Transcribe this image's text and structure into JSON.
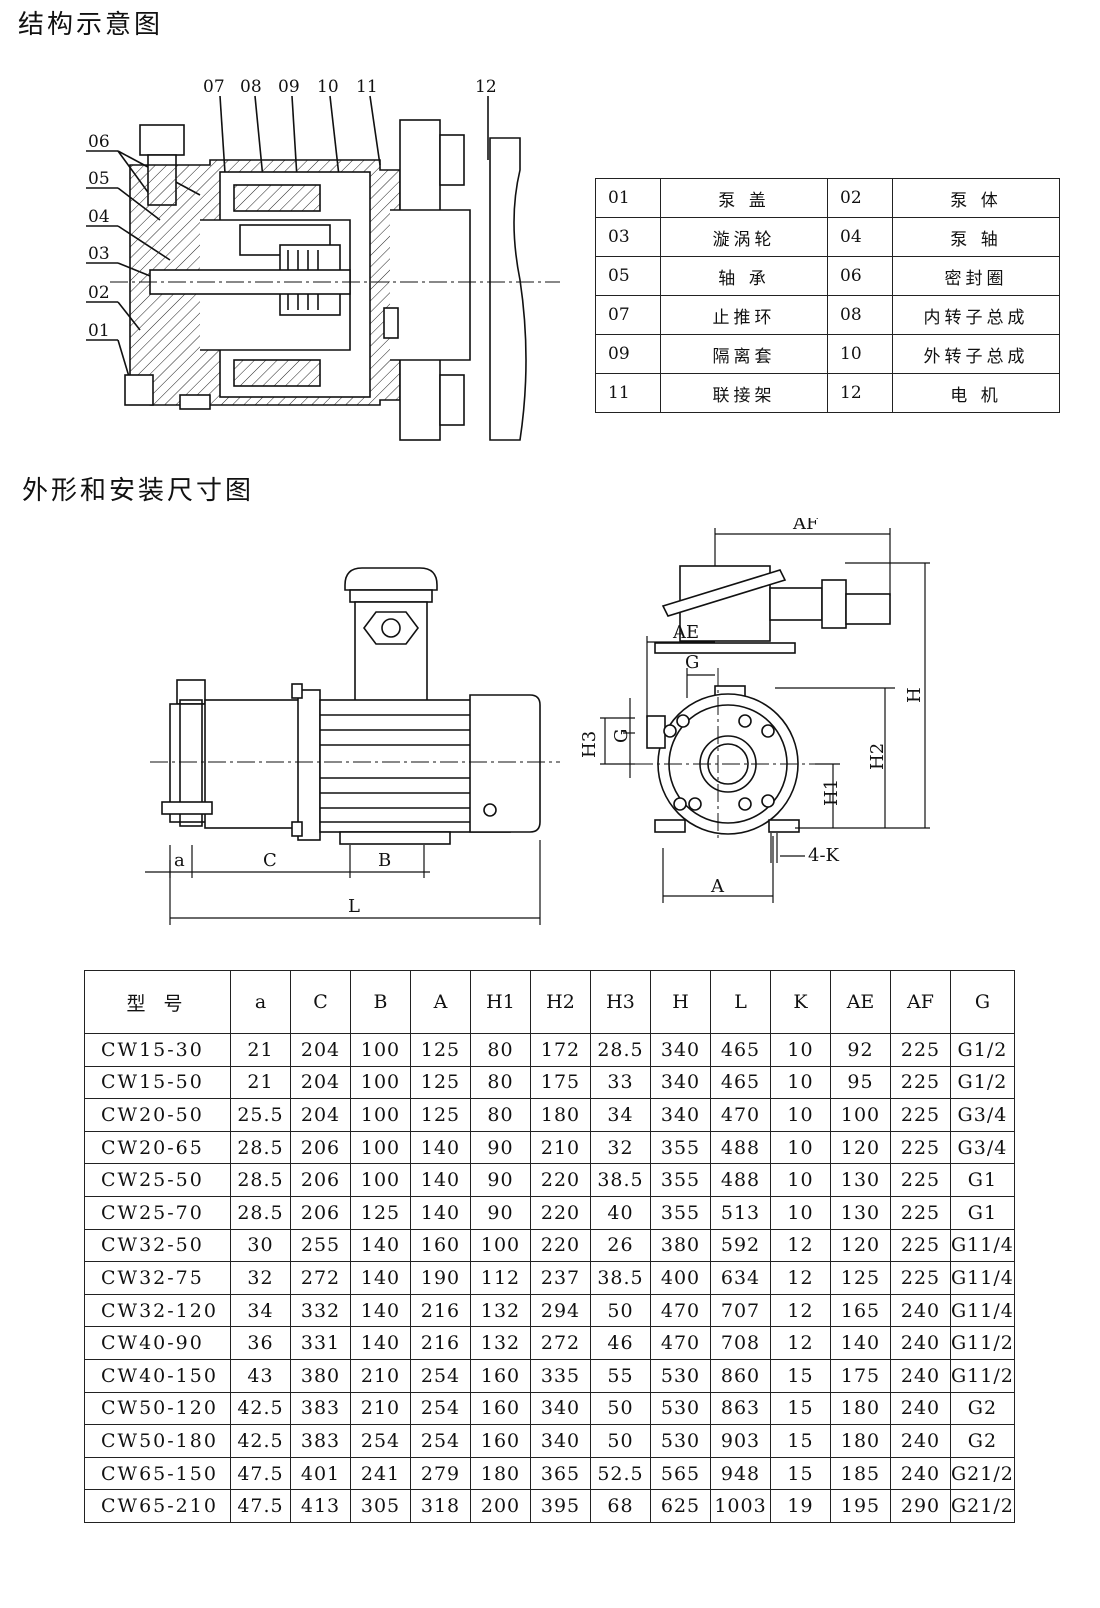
{
  "headings": {
    "structure": "结构示意图",
    "outline": "外形和安装尺寸图"
  },
  "section_callouts": [
    "01",
    "02",
    "03",
    "04",
    "05",
    "06",
    "07",
    "08",
    "09",
    "10",
    "11",
    "12"
  ],
  "parts_table": [
    [
      {
        "code": "01",
        "name": "泵 盖"
      },
      {
        "code": "02",
        "name": "泵 体"
      }
    ],
    [
      {
        "code": "03",
        "name": "漩涡轮"
      },
      {
        "code": "04",
        "name": "泵 轴"
      }
    ],
    [
      {
        "code": "05",
        "name": "轴 承"
      },
      {
        "code": "06",
        "name": "密封圈"
      }
    ],
    [
      {
        "code": "07",
        "name": "止推环"
      },
      {
        "code": "08",
        "name": "内转子总成"
      }
    ],
    [
      {
        "code": "09",
        "name": "隔离套"
      },
      {
        "code": "10",
        "name": "外转子总成"
      }
    ],
    [
      {
        "code": "11",
        "name": "联接架"
      },
      {
        "code": "12",
        "name": "电 机"
      }
    ]
  ],
  "dimension_labels": {
    "a": "a",
    "C": "C",
    "B": "B",
    "L": "L",
    "AF": "AF",
    "AE": "AE",
    "G": "G",
    "H": "H",
    "H1": "H1",
    "H2": "H2",
    "H3": "H3",
    "A": "A",
    "K": "4-K"
  },
  "dim_table": {
    "headers": [
      "型 号",
      "a",
      "C",
      "B",
      "A",
      "H1",
      "H2",
      "H3",
      "H",
      "L",
      "K",
      "AE",
      "AF",
      "G"
    ],
    "rows": [
      [
        "CW15-30",
        "21",
        "204",
        "100",
        "125",
        "80",
        "172",
        "28.5",
        "340",
        "465",
        "10",
        "92",
        "225",
        "G1/2"
      ],
      [
        "CW15-50",
        "21",
        "204",
        "100",
        "125",
        "80",
        "175",
        "33",
        "340",
        "465",
        "10",
        "95",
        "225",
        "G1/2"
      ],
      [
        "CW20-50",
        "25.5",
        "204",
        "100",
        "125",
        "80",
        "180",
        "34",
        "340",
        "470",
        "10",
        "100",
        "225",
        "G3/4"
      ],
      [
        "CW20-65",
        "28.5",
        "206",
        "100",
        "140",
        "90",
        "210",
        "32",
        "355",
        "488",
        "10",
        "120",
        "225",
        "G3/4"
      ],
      [
        "CW25-50",
        "28.5",
        "206",
        "100",
        "140",
        "90",
        "220",
        "38.5",
        "355",
        "488",
        "10",
        "130",
        "225",
        "G1"
      ],
      [
        "CW25-70",
        "28.5",
        "206",
        "125",
        "140",
        "90",
        "220",
        "40",
        "355",
        "513",
        "10",
        "130",
        "225",
        "G1"
      ],
      [
        "CW32-50",
        "30",
        "255",
        "140",
        "160",
        "100",
        "220",
        "26",
        "380",
        "592",
        "12",
        "120",
        "225",
        "G11/4"
      ],
      [
        "CW32-75",
        "32",
        "272",
        "140",
        "190",
        "112",
        "237",
        "38.5",
        "400",
        "634",
        "12",
        "125",
        "225",
        "G11/4"
      ],
      [
        "CW32-120",
        "34",
        "332",
        "140",
        "216",
        "132",
        "294",
        "50",
        "470",
        "707",
        "12",
        "165",
        "240",
        "G11/4"
      ],
      [
        "CW40-90",
        "36",
        "331",
        "140",
        "216",
        "132",
        "272",
        "46",
        "470",
        "708",
        "12",
        "140",
        "240",
        "G11/2"
      ],
      [
        "CW40-150",
        "43",
        "380",
        "210",
        "254",
        "160",
        "335",
        "55",
        "530",
        "860",
        "15",
        "175",
        "240",
        "G11/2"
      ],
      [
        "CW50-120",
        "42.5",
        "383",
        "210",
        "254",
        "160",
        "340",
        "50",
        "530",
        "863",
        "15",
        "180",
        "240",
        "G2"
      ],
      [
        "CW50-180",
        "42.5",
        "383",
        "254",
        "254",
        "160",
        "340",
        "50",
        "530",
        "903",
        "15",
        "180",
        "240",
        "G2"
      ],
      [
        "CW65-150",
        "47.5",
        "401",
        "241",
        "279",
        "180",
        "365",
        "52.5",
        "565",
        "948",
        "15",
        "185",
        "240",
        "G21/2"
      ],
      [
        "CW65-210",
        "47.5",
        "413",
        "305",
        "318",
        "200",
        "395",
        "68",
        "625",
        "1003",
        "19",
        "195",
        "290",
        "G21/2"
      ]
    ]
  }
}
